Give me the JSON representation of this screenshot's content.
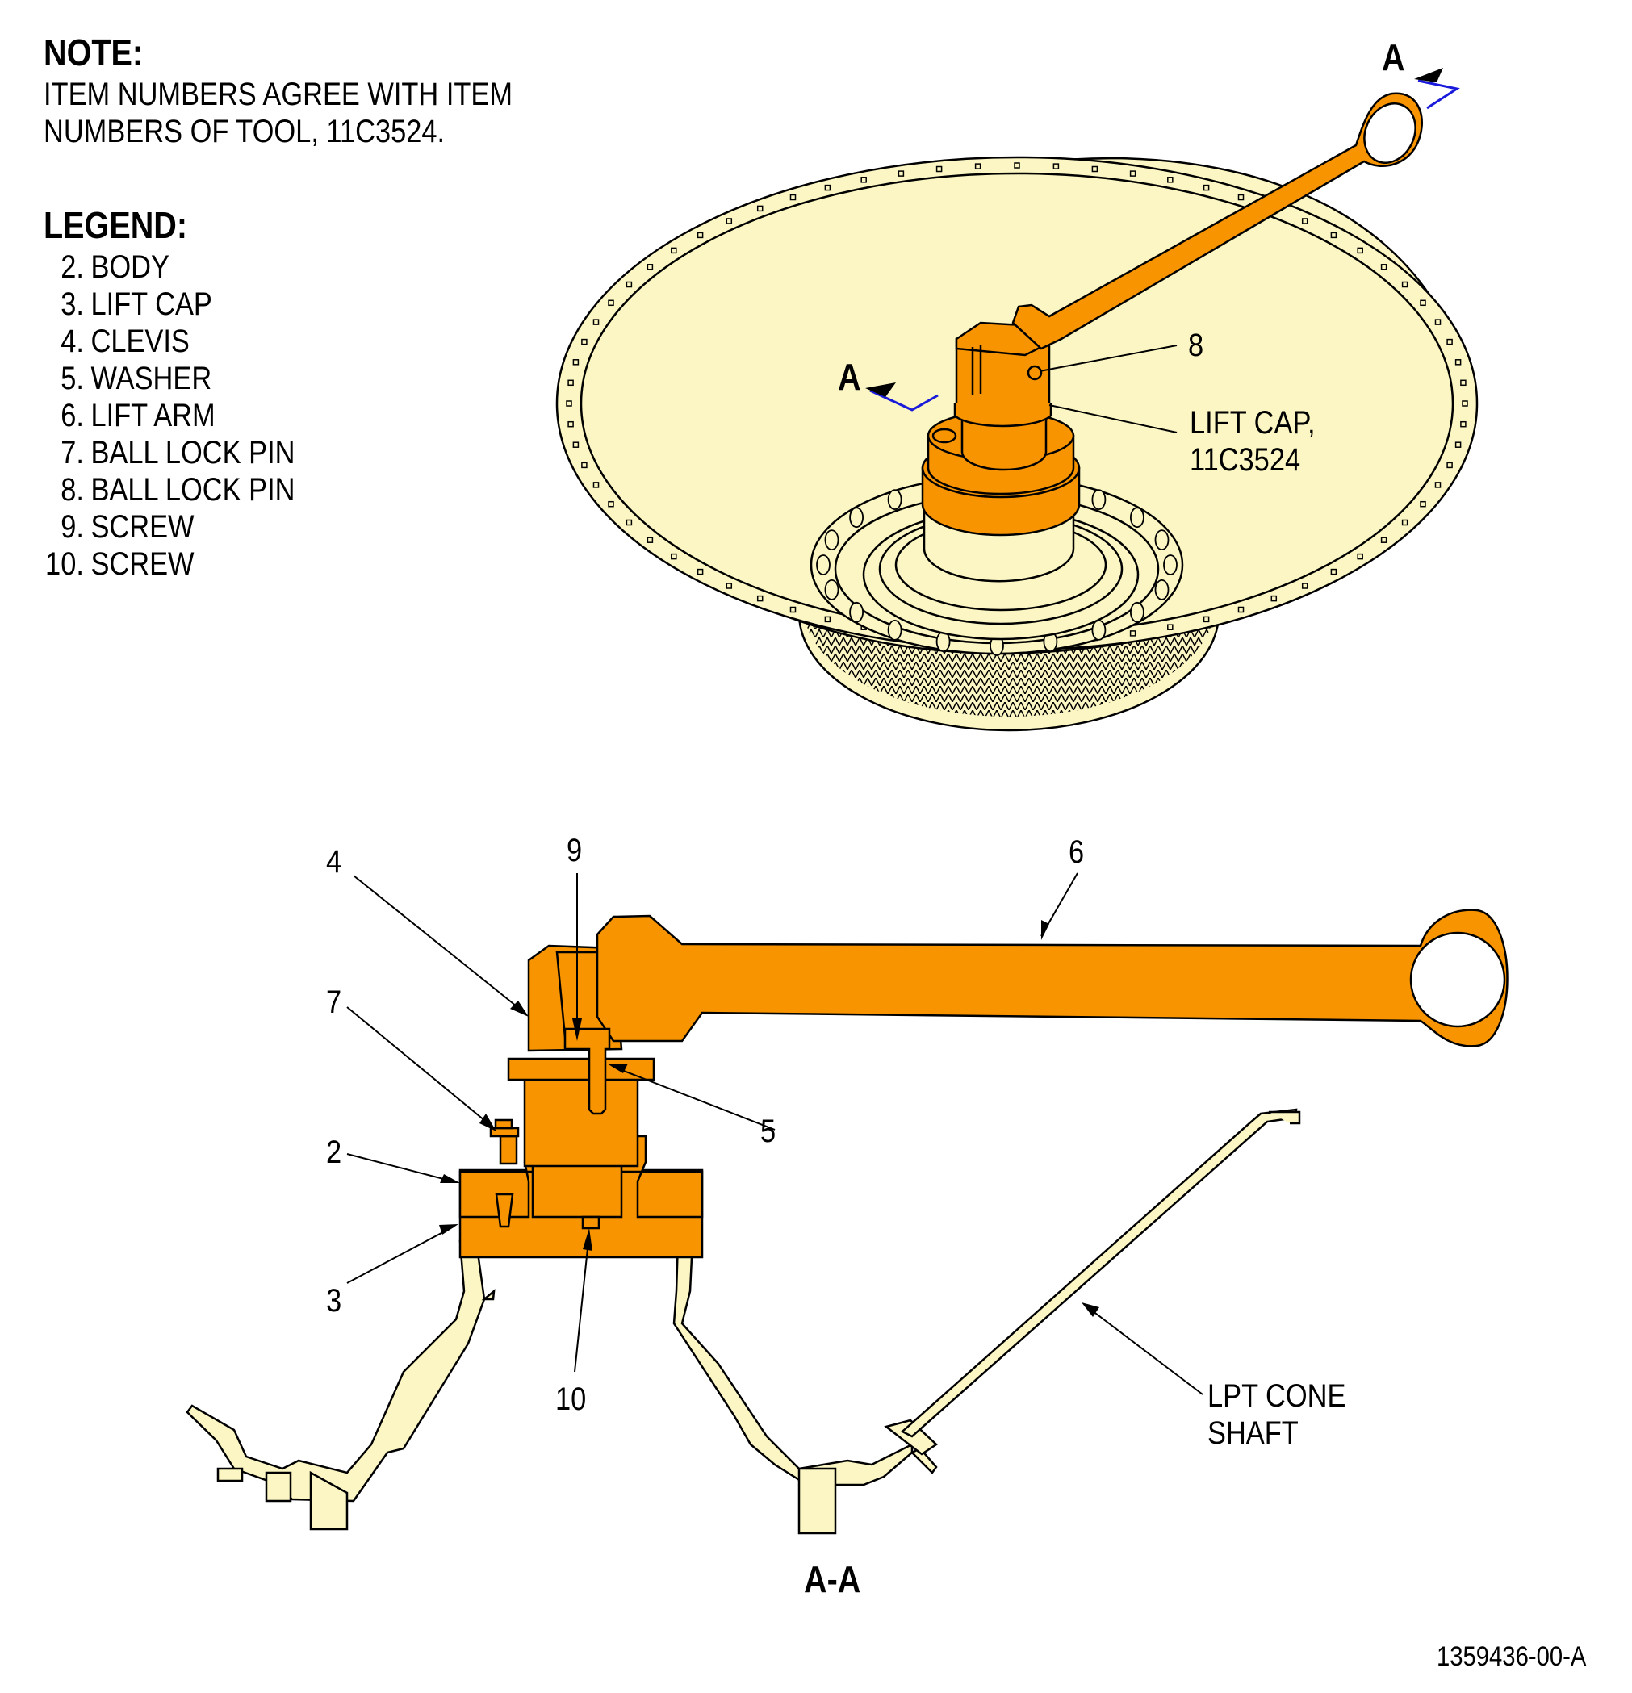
{
  "note": {
    "heading": "NOTE:",
    "text": "ITEM NUMBERS AGREE WITH ITEM\nNUMBERS OF TOOL, 11C3524."
  },
  "legend": {
    "heading": "LEGEND:",
    "items": [
      {
        "num": "2.",
        "label": "BODY"
      },
      {
        "num": "3.",
        "label": "LIFT CAP"
      },
      {
        "num": "4.",
        "label": "CLEVIS"
      },
      {
        "num": "5.",
        "label": "WASHER"
      },
      {
        "num": "6.",
        "label": "LIFT ARM"
      },
      {
        "num": "7.",
        "label": "BALL LOCK PIN"
      },
      {
        "num": "8.",
        "label": "BALL LOCK PIN"
      },
      {
        "num": "9.",
        "label": "SCREW"
      },
      {
        "num": "10.",
        "label": "SCREW"
      }
    ]
  },
  "iso_view": {
    "section_marker_1": "A",
    "section_marker_2": "A",
    "callout_8": "8",
    "lift_cap_line1": "LIFT CAP,",
    "lift_cap_line2": "11C3524"
  },
  "section_view": {
    "title": "A-A",
    "callouts": {
      "c2": "2",
      "c3": "3",
      "c4": "4",
      "c5": "5",
      "c6": "6",
      "c7": "7",
      "c9": "9",
      "c10": "10"
    },
    "lpt_line1": "LPT CONE",
    "lpt_line2": "SHAFT"
  },
  "drawing_id": "1359436-00-A",
  "colors": {
    "tool": "#f79400",
    "part": "#fbf6c3",
    "section_line": "#1a1adb",
    "outline": "#000000"
  }
}
